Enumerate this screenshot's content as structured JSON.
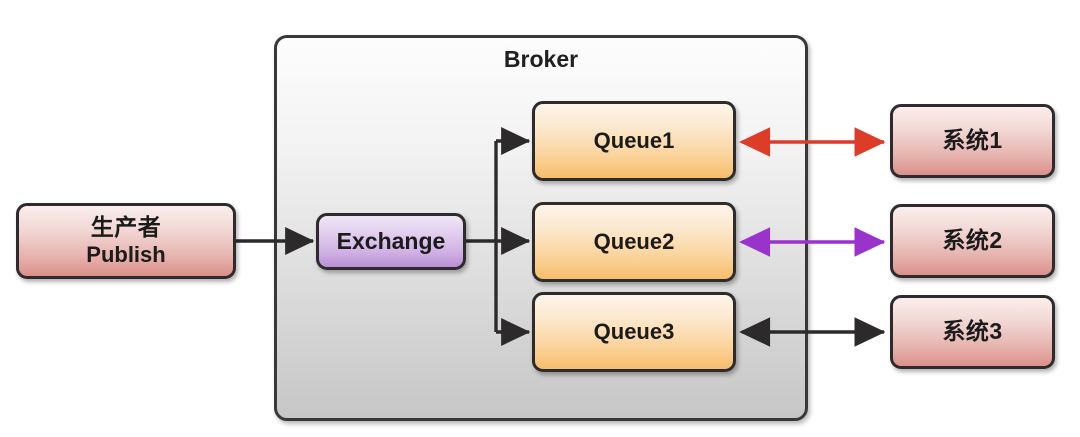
{
  "diagram": {
    "title_visible": false,
    "background": "#ffffff",
    "broker": {
      "label": "Broker",
      "fill_top": "#fdfdfd",
      "fill_bottom": "#c6c6c6",
      "border": "#3a3739"
    },
    "producer": {
      "label_cn": "生产者",
      "label_en": "Publish",
      "fill_top": "#faeeec",
      "fill_bottom": "#dc908a"
    },
    "exchange": {
      "label": "Exchange",
      "fill_top": "#f0e6f7",
      "fill_bottom": "#b98fd4"
    },
    "queues": [
      {
        "label": "Queue1",
        "fill_top": "#fdf4e8",
        "fill_bottom": "#f7bd6b"
      },
      {
        "label": "Queue2",
        "fill_top": "#fdf4e8",
        "fill_bottom": "#f7bd6b"
      },
      {
        "label": "Queue3",
        "fill_top": "#fdf4e8",
        "fill_bottom": "#f7bd6b"
      }
    ],
    "systems": [
      {
        "label": "系统1",
        "fill_top": "#faeeec",
        "fill_bottom": "#dc908a"
      },
      {
        "label": "系统2",
        "fill_top": "#faeeec",
        "fill_bottom": "#dc908a"
      },
      {
        "label": "系统3",
        "fill_top": "#faeeec",
        "fill_bottom": "#dc908a"
      }
    ],
    "connections": [
      {
        "from": "producer",
        "to": "exchange",
        "color": "#2d2a2b",
        "style": "single-arrow-right"
      },
      {
        "from": "exchange",
        "to": "queue1",
        "color": "#2d2a2b",
        "style": "single-arrow-right"
      },
      {
        "from": "exchange",
        "to": "queue2",
        "color": "#2d2a2b",
        "style": "single-arrow-right"
      },
      {
        "from": "exchange",
        "to": "queue3",
        "color": "#2d2a2b",
        "style": "single-arrow-right"
      },
      {
        "from": "queue1",
        "to": "system1",
        "color": "#dc3c28",
        "style": "double-arrow"
      },
      {
        "from": "queue2",
        "to": "system2",
        "color": "#9933cc",
        "style": "double-arrow"
      },
      {
        "from": "queue3",
        "to": "system3",
        "color": "#2d2a2b",
        "style": "double-arrow"
      }
    ]
  }
}
